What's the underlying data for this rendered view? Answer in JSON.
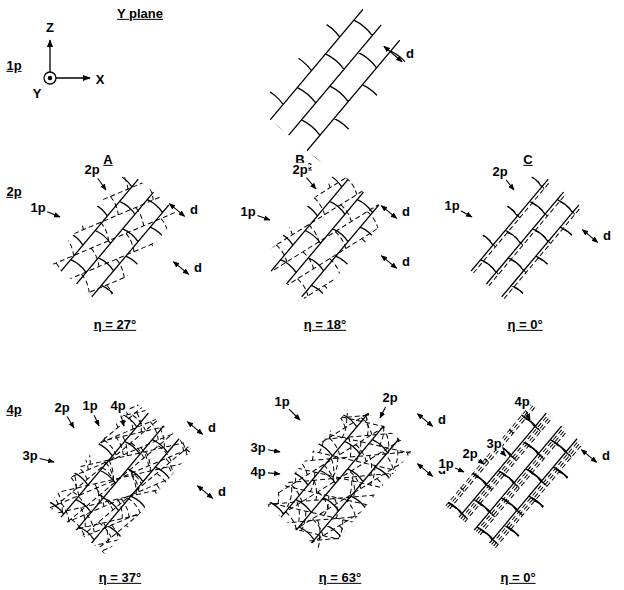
{
  "diagram": {
    "title": "Y plane",
    "labels": [
      "1p",
      "Z",
      "X",
      "Y",
      "d",
      "A",
      "B",
      "c",
      "C",
      "2p",
      "2p",
      "1p",
      "d",
      "d",
      "η = 27°",
      "2p",
      "1p",
      "d",
      "d",
      "η = 18°",
      "2p",
      "1p",
      "d",
      "η = 0°",
      "4p",
      "3p",
      "2p",
      "1p",
      "4p",
      "d",
      "d",
      "η = 37°",
      "1p",
      "2p",
      "3p",
      "4p",
      "d",
      "d",
      "η = 63°",
      "4p",
      "1p",
      "2p",
      "3p",
      "d",
      "η = 0°"
    ]
  }
}
